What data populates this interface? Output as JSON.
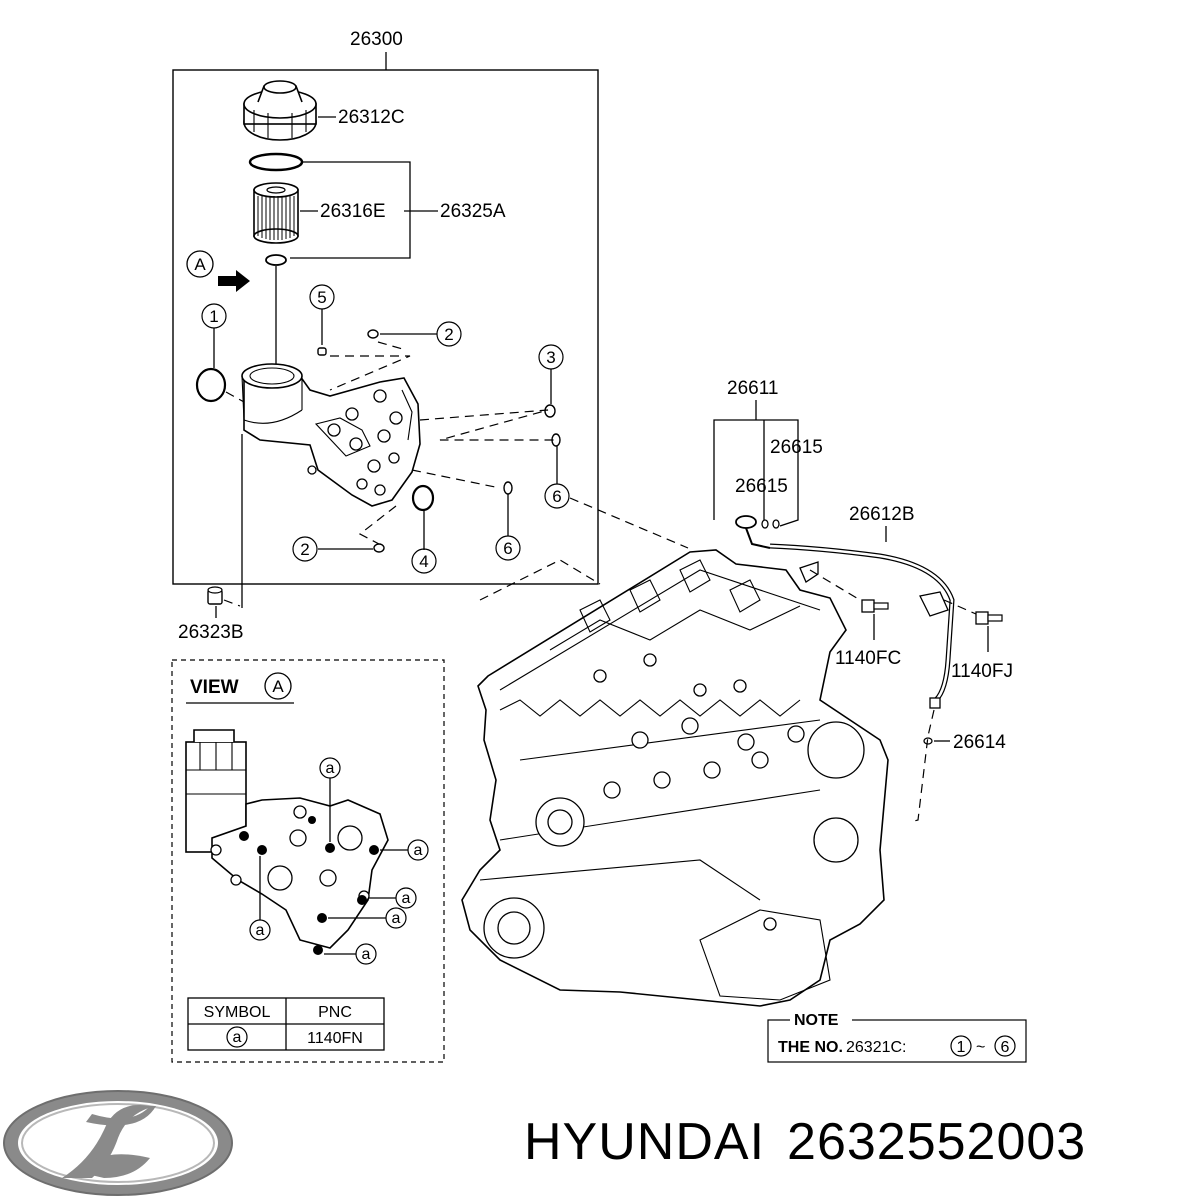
{
  "callouts": {
    "assembly": "26300",
    "cap": "26312C",
    "filter": "26316E",
    "filter_kit": "26325A",
    "plug": "26323B",
    "dipstick_guide": "26611",
    "oring_a": "26615",
    "oring_b": "26615",
    "dipstick_tube": "26612B",
    "bolt_fc": "1140FC",
    "bolt_fj": "1140FJ",
    "oring_c": "26614"
  },
  "circled_numbers": {
    "n1": "1",
    "n2a": "2",
    "n2b": "2",
    "n3": "3",
    "n4": "4",
    "n5": "5",
    "n6a": "6",
    "n6b": "6"
  },
  "view_marker": "A",
  "view_box": {
    "title": "VIEW",
    "marker": "A",
    "symbol_letter": "a",
    "table": {
      "headers": [
        "SYMBOL",
        "PNC"
      ],
      "rows": [
        {
          "symbol": "a",
          "pnc": "1140FN"
        }
      ]
    }
  },
  "note": {
    "heading": "NOTE",
    "text_prefix": "THE NO.",
    "part": "26321C:",
    "range_start": "1",
    "tilde": "~",
    "range_end": "6"
  },
  "footer": {
    "brand": "HYUNDAI",
    "part_number": "2632552003"
  },
  "colors": {
    "ink": "#000000",
    "logo": "#8a8a8a",
    "background": "#ffffff"
  }
}
